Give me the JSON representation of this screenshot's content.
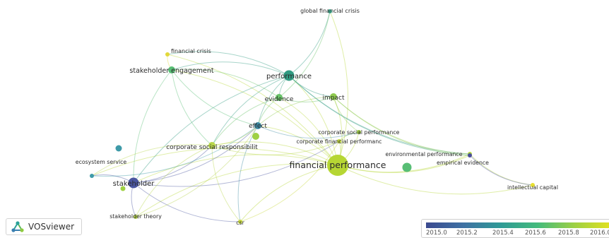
{
  "nodes": [
    {
      "id": "global-financial-crisis",
      "label": "global financial crisis",
      "size": "small",
      "color": "#41b89a"
    },
    {
      "id": "financial-crisis",
      "label": "financial crisis",
      "size": "small",
      "color": "#e2d83a"
    },
    {
      "id": "stakeholder-engagement",
      "label": "stakeholder engagement",
      "size": "medium",
      "color": "#58be75"
    },
    {
      "id": "performance",
      "label": "performance",
      "size": "large",
      "color": "#2f9a81"
    },
    {
      "id": "evidence",
      "label": "evidence",
      "size": "medium",
      "color": "#67c267"
    },
    {
      "id": "impact",
      "label": "impact",
      "size": "medium",
      "color": "#8fcb4f"
    },
    {
      "id": "effect",
      "label": "effect",
      "size": "medium",
      "color": "#3c8aa3"
    },
    {
      "id": "corporate-social-performance",
      "label": "corporate social performance",
      "size": "small",
      "color": "#a3d344"
    },
    {
      "id": "corporate-financial-performance",
      "label": "corporate financial performanc",
      "size": "small",
      "color": "#c4db3a"
    },
    {
      "id": "corporate-social-responsibility",
      "label": "corporate social responsibilit",
      "size": "medium",
      "color": "#b8d64a"
    },
    {
      "id": "environmental-performance",
      "label": "environmental performance",
      "size": "small",
      "color": "#b2d43e"
    },
    {
      "id": "empirical-evidence",
      "label": "empirical evidence",
      "size": "small",
      "color": "#4a4e9a"
    },
    {
      "id": "financial-performance",
      "label": "financial performance",
      "size": "xlarge",
      "color": "#b6d633"
    },
    {
      "id": "ecosystem-service",
      "label": "ecosystem service",
      "size": "small",
      "color": "#3e9aa8"
    },
    {
      "id": "stakeholder",
      "label": "stakeholder",
      "size": "large",
      "color": "#4a56a0"
    },
    {
      "id": "intellectual-capital",
      "label": "intellectual capital",
      "size": "small",
      "color": "#e8e030"
    },
    {
      "id": "stakeholder-theory",
      "label": "stakeholder theory",
      "size": "small",
      "color": "#b4d24a"
    },
    {
      "id": "csr",
      "label": "csr",
      "size": "small",
      "color": "#c7d93c"
    }
  ],
  "links": [
    [
      "financial-performance",
      "performance"
    ],
    [
      "financial-performance",
      "evidence"
    ],
    [
      "financial-performance",
      "impact"
    ],
    [
      "financial-performance",
      "effect"
    ],
    [
      "financial-performance",
      "stakeholder"
    ],
    [
      "financial-performance",
      "stakeholder-engagement"
    ],
    [
      "financial-performance",
      "financial-crisis"
    ],
    [
      "financial-performance",
      "corporate-social-responsibility"
    ],
    [
      "financial-performance",
      "corporate-social-performance"
    ],
    [
      "financial-performance",
      "corporate-financial-performance"
    ],
    [
      "financial-performance",
      "environmental-performance"
    ],
    [
      "financial-performance",
      "empirical-evidence"
    ],
    [
      "financial-performance",
      "intellectual-capital"
    ],
    [
      "financial-performance",
      "stakeholder-theory"
    ],
    [
      "financial-performance",
      "csr"
    ],
    [
      "financial-performance",
      "ecosystem-service"
    ],
    [
      "financial-performance",
      "global-financial-crisis"
    ],
    [
      "performance",
      "global-financial-crisis"
    ],
    [
      "performance",
      "stakeholder-engagement"
    ],
    [
      "performance",
      "financial-crisis"
    ],
    [
      "performance",
      "evidence"
    ],
    [
      "performance",
      "impact"
    ],
    [
      "performance",
      "effect"
    ],
    [
      "performance",
      "stakeholder"
    ],
    [
      "performance",
      "corporate-social-responsibility"
    ],
    [
      "performance",
      "environmental-performance"
    ],
    [
      "performance",
      "empirical-evidence"
    ],
    [
      "evidence",
      "impact"
    ],
    [
      "evidence",
      "effect"
    ],
    [
      "evidence",
      "stakeholder-engagement"
    ],
    [
      "evidence",
      "corporate-social-responsibility"
    ],
    [
      "evidence",
      "global-financial-crisis"
    ],
    [
      "impact",
      "effect"
    ],
    [
      "impact",
      "environmental-performance"
    ],
    [
      "impact",
      "corporate-social-performance"
    ],
    [
      "impact",
      "empirical-evidence"
    ],
    [
      "stakeholder-engagement",
      "stakeholder"
    ],
    [
      "stakeholder-engagement",
      "corporate-social-responsibility"
    ],
    [
      "stakeholder-engagement",
      "effect"
    ],
    [
      "stakeholder",
      "corporate-social-responsibility"
    ],
    [
      "stakeholder",
      "effect"
    ],
    [
      "stakeholder",
      "ecosystem-service"
    ],
    [
      "stakeholder",
      "stakeholder-theory"
    ],
    [
      "stakeholder",
      "csr"
    ],
    [
      "stakeholder",
      "corporate-financial-performance"
    ],
    [
      "corporate-social-responsibility",
      "effect"
    ],
    [
      "corporate-social-responsibility",
      "csr"
    ],
    [
      "corporate-social-responsibility",
      "stakeholder-theory"
    ],
    [
      "corporate-social-responsibility",
      "corporate-financial-performance"
    ],
    [
      "corporate-social-responsibility",
      "ecosystem-service"
    ],
    [
      "corporate-social-performance",
      "corporate-financial-performance"
    ],
    [
      "environmental-performance",
      "empirical-evidence"
    ],
    [
      "environmental-performance",
      "intellectual-capital"
    ],
    [
      "empirical-evidence",
      "intellectual-capital"
    ],
    [
      "effect",
      "corporate-social-performance"
    ],
    [
      "effect",
      "csr"
    ],
    [
      "financial-crisis",
      "stakeholder-engagement"
    ],
    [
      "ecosystem-service",
      "effect"
    ],
    [
      "csr",
      "corporate-financial-performance"
    ],
    [
      "stakeholder-theory",
      "effect"
    ]
  ],
  "legend": {
    "logo_text": "VOSviewer",
    "scale_ticks": [
      "2015.0",
      "2015.2",
      "2015.4",
      "2015.6",
      "2015.8",
      "2016.0"
    ]
  }
}
